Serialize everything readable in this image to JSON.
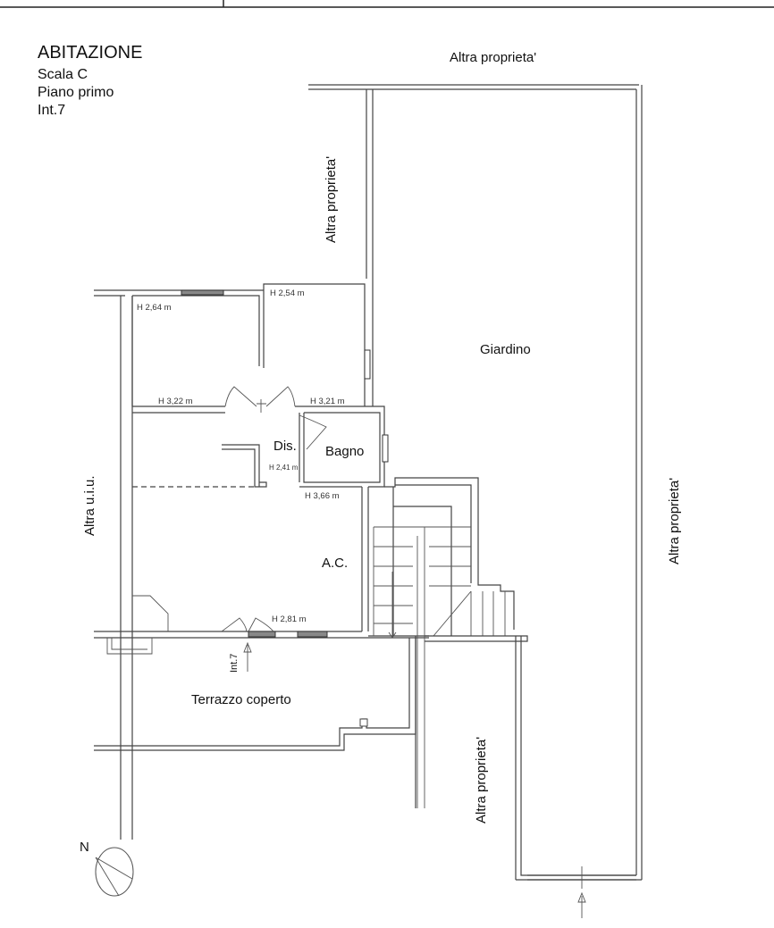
{
  "header": {
    "title": "ABITAZIONE",
    "lines": [
      "Scala C",
      "Piano primo",
      "Int.7"
    ]
  },
  "rooms": {
    "giardino": "Giardino",
    "dis": "Dis.",
    "bagno": "Bagno",
    "ac": "A.C.",
    "terrazzo": "Terrazzo coperto"
  },
  "neighbors": {
    "top": "Altra proprieta'",
    "left_top": "Altra proprieta'",
    "right": "Altra proprieta'",
    "bottom": "Altra proprieta'",
    "left": "Altra u.i.u."
  },
  "heights": {
    "h1": "H 2,64 m",
    "h2": "H 2,54 m",
    "h3": "H 3,22 m",
    "h4": "H 3,21 m",
    "h5": "H 2,41 m",
    "h6": "H 3,66 m",
    "h7": "H 2,81 m"
  },
  "entrance": "Int.7",
  "compass": "N"
}
